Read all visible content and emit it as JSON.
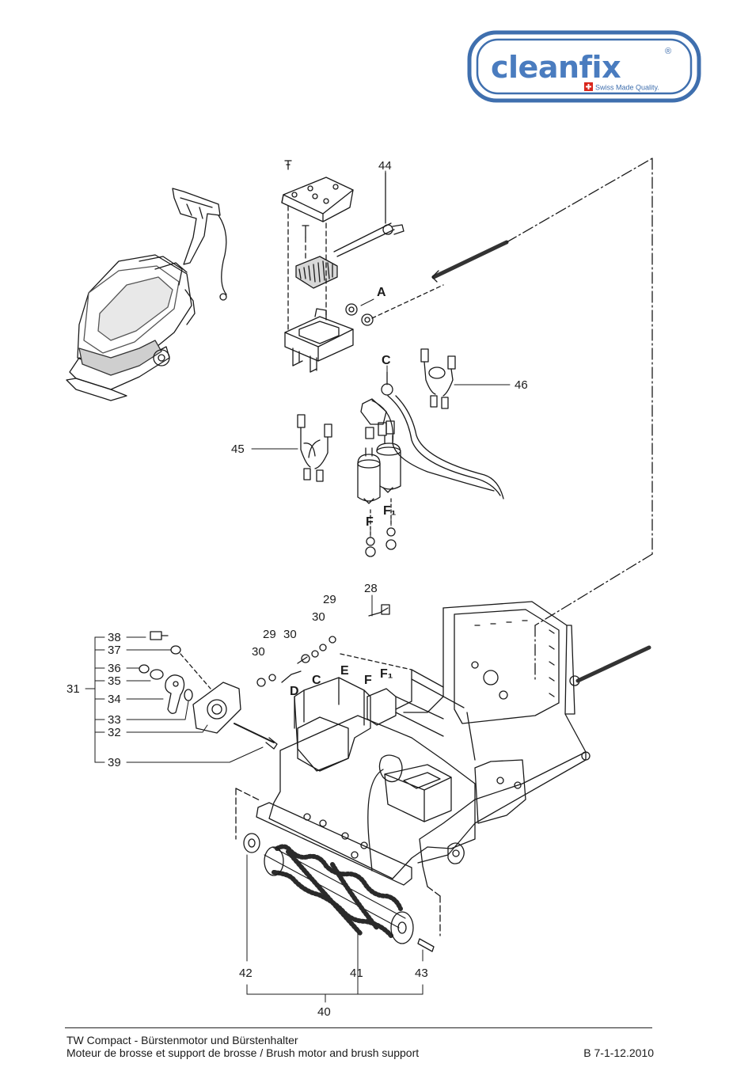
{
  "brand": {
    "name": "cleanfix",
    "registered": "®",
    "tagline": "Swiss Made Quality.",
    "color_primary": "#3f6fae",
    "color_dark": "#1f4f8c",
    "color_swiss": "#d9261c"
  },
  "callouts": {
    "n44": "44",
    "nA": "A",
    "nC_top": "C",
    "n46": "46",
    "n45": "45",
    "nF_top": "F",
    "nF1_top": "F₁",
    "n28": "28",
    "n29a": "29",
    "n30a": "30",
    "n29b": "29",
    "n30b": "30",
    "n30c": "30",
    "nC_mid": "C",
    "nD": "D",
    "nE": "E",
    "nF_mid": "F",
    "nF1_mid": "F₁",
    "n38": "38",
    "n37": "37",
    "n36": "36",
    "n35": "35",
    "n31": "31",
    "n34": "34",
    "n33": "33",
    "n32": "32",
    "n39": "39",
    "n42": "42",
    "n41": "41",
    "n43": "43",
    "n40": "40"
  },
  "footer": {
    "line1": "TW Compact - Bürstenmotor und Bürstenhalter",
    "line2": "Moteur de brosse et support de brosse / Brush motor and brush support",
    "ref": "B 7-1-12.2010"
  }
}
